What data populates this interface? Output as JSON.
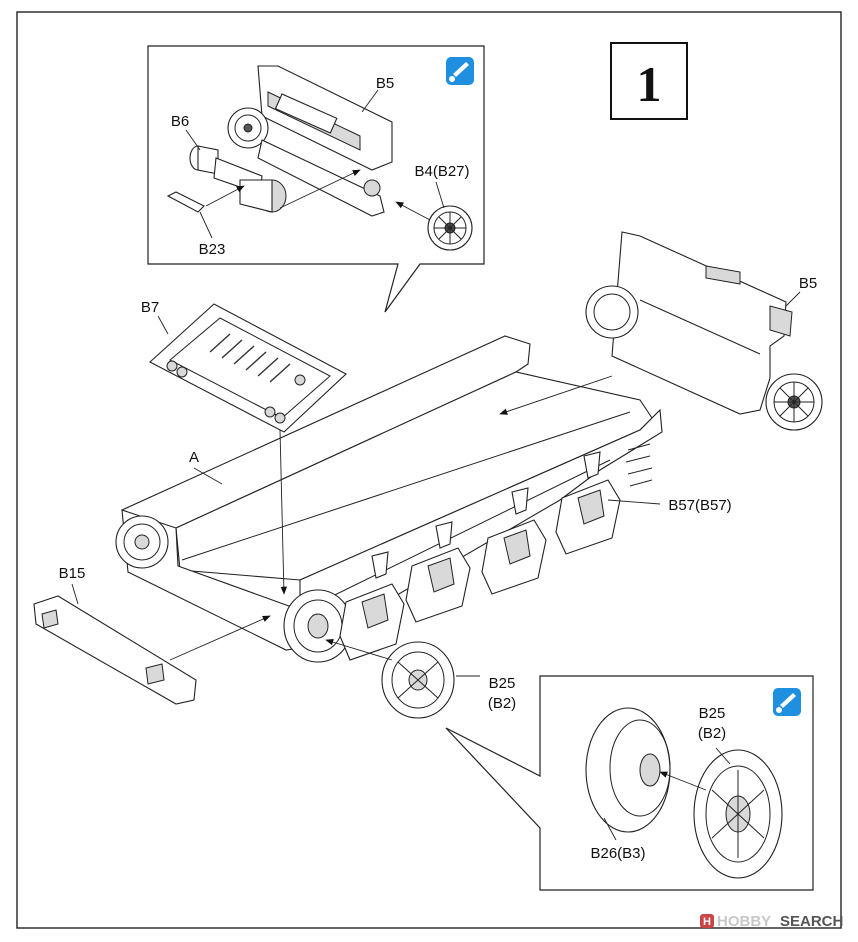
{
  "step": {
    "number": "1"
  },
  "labels": {
    "a": "A",
    "b5_inset": "B5",
    "b5_main": "B5",
    "b6": "B6",
    "b4": "B4(B27)",
    "b23": "B23",
    "b7": "B7",
    "b57": "B57(B57)",
    "b15": "B15",
    "b25_main_1": "B25",
    "b25_main_2": "(B2)",
    "b25_inset_1": "B25",
    "b25_inset_2": "(B2)",
    "b26": "B26(B3)"
  },
  "icons": {
    "paint": "paint-brush-icon"
  },
  "colors": {
    "paint_icon_fill": "#1f8fe0",
    "line": "#222222"
  },
  "watermark": {
    "logo": "H",
    "brand": "HOBBY",
    "suffix": "SEARCH"
  }
}
